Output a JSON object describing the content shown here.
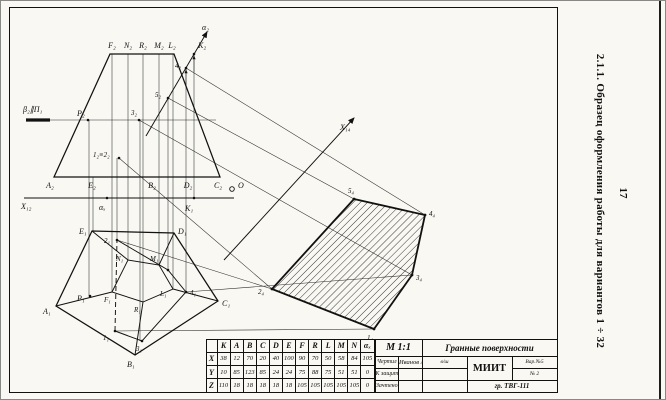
{
  "page": {
    "number": "17",
    "caption": "2.1.1. Образец оформления работы для вариантов 1 ÷ 32"
  },
  "labels": {
    "alpha2": "α₂",
    "f2": "F₂",
    "n2": "N₂",
    "r2": "R₂",
    "m2": "M₂",
    "l2": "L₂",
    "k2": "K₂",
    "p4_2": "4₂",
    "p5_2": "5₂",
    "p12_2": "1₂≡2₂",
    "p3_2": "3₂",
    "pp2": "P₂",
    "beta": "β₂∥Π₁",
    "a2": "A₂",
    "e2": "E₂",
    "b2": "B₂",
    "d2": "D₂",
    "c2": "C₂",
    "x12": "X₁₂",
    "alphax": "αₓ",
    "k1": "K₁",
    "o": "O",
    "x14": "X₁₄",
    "e1": "E₁",
    "p2_1": "2₁",
    "d1": "D₁",
    "n1": "N₁",
    "m1": "M₁",
    "l1": "L₁",
    "f1": "F₁",
    "r1": "R₁",
    "pp1": "P₁",
    "a1": "A₁",
    "c1": "C₁",
    "p1_1": "1₁",
    "p3_1": "3₁",
    "b1": "B₁",
    "p4_1": "4₁",
    "p2_4": "2₄",
    "p5_4": "5₄",
    "p4_4": "4₄",
    "p3_4": "3₄",
    "p1_4": "1₄"
  },
  "coord_table": {
    "corner": "",
    "columns": [
      "K",
      "A",
      "B",
      "C",
      "D",
      "E",
      "F",
      "R",
      "L",
      "M",
      "N",
      "αₓ"
    ],
    "rows": [
      {
        "name": "X",
        "values": [
          38,
          12,
          70,
          20,
          40,
          100,
          90,
          70,
          50,
          58,
          84,
          105
        ]
      },
      {
        "name": "Y",
        "values": [
          10,
          85,
          123,
          85,
          24,
          24,
          75,
          88,
          75,
          51,
          51,
          0
        ]
      },
      {
        "name": "Z",
        "values": [
          110,
          18,
          18,
          18,
          18,
          18,
          105,
          105,
          105,
          105,
          105,
          0
        ]
      }
    ]
  },
  "title_block": {
    "scale": "М 1:1",
    "doc_title": "Гранные поверхности",
    "row1_label": "Чертил",
    "row1_value": "Иванов А.В.",
    "row1_extra": "в/ш",
    "row2_label": "К защите",
    "row3_label": "Зачтено",
    "org": "МИИТ",
    "group": "гр. ТВГ-111",
    "variant": "Вар.№5",
    "sheet": "№ 2"
  }
}
